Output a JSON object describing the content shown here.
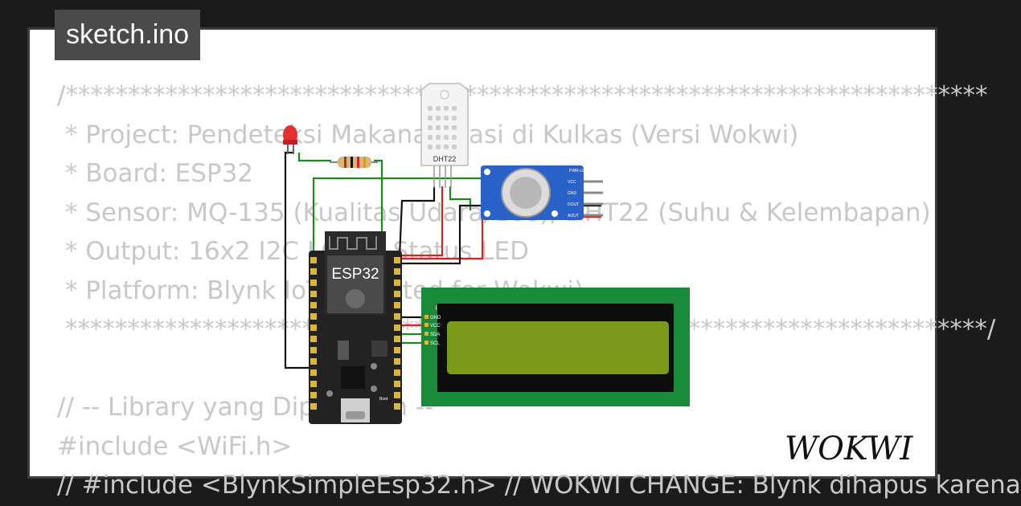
{
  "file_tab": {
    "label": "sketch.ino"
  },
  "code_lines": [
    "/**************************************************************************",
    " * Project: Pendeteksi Makanan Basi di Kulkas (Versi Wokwi)",
    " * Board: ESP32",
    " * Sensor: MQ-135 (Kualitas Udara/Gas), DHT22 (Suhu & Kelembapan)",
    " * Output: 16x2 I2C LCD & Status LED",
    " * Platform: Blynk IoT (Adapted for Wokwi)",
    " **************************************************************************/",
    "",
    "// -- Library yang Diperlukan --",
    "#include <WiFi.h>",
    "// #include <BlynkSimpleEsp32.h> // WOKWI CHANGE: Blynk dihapus karena"
  ],
  "diagram": {
    "esp32_label": "ESP32",
    "dht_label": "DHT22",
    "mq_label": "PWR-LED",
    "mq_pins": [
      "VCC",
      "GND",
      "DOUT",
      "AOUT"
    ],
    "lcd_pins": [
      "GND",
      "VCC",
      "SDA",
      "SCL"
    ],
    "lcd_pin_index": "1",
    "boot_label": "Boot"
  },
  "logo": {
    "text": "WOKWI"
  },
  "colors": {
    "background": "#1b1b1b",
    "frame_border": "#3a3a3a",
    "code_text": "#c8c8c8",
    "badge_bg": "#4a4a4a",
    "lcd_board": "#1a8a3a",
    "lcd_screen": "#7a9a1a",
    "mq_board": "#2a62c9",
    "wire_red": "#e02020",
    "wire_green": "#1a8a1a",
    "wire_black": "#111111"
  }
}
